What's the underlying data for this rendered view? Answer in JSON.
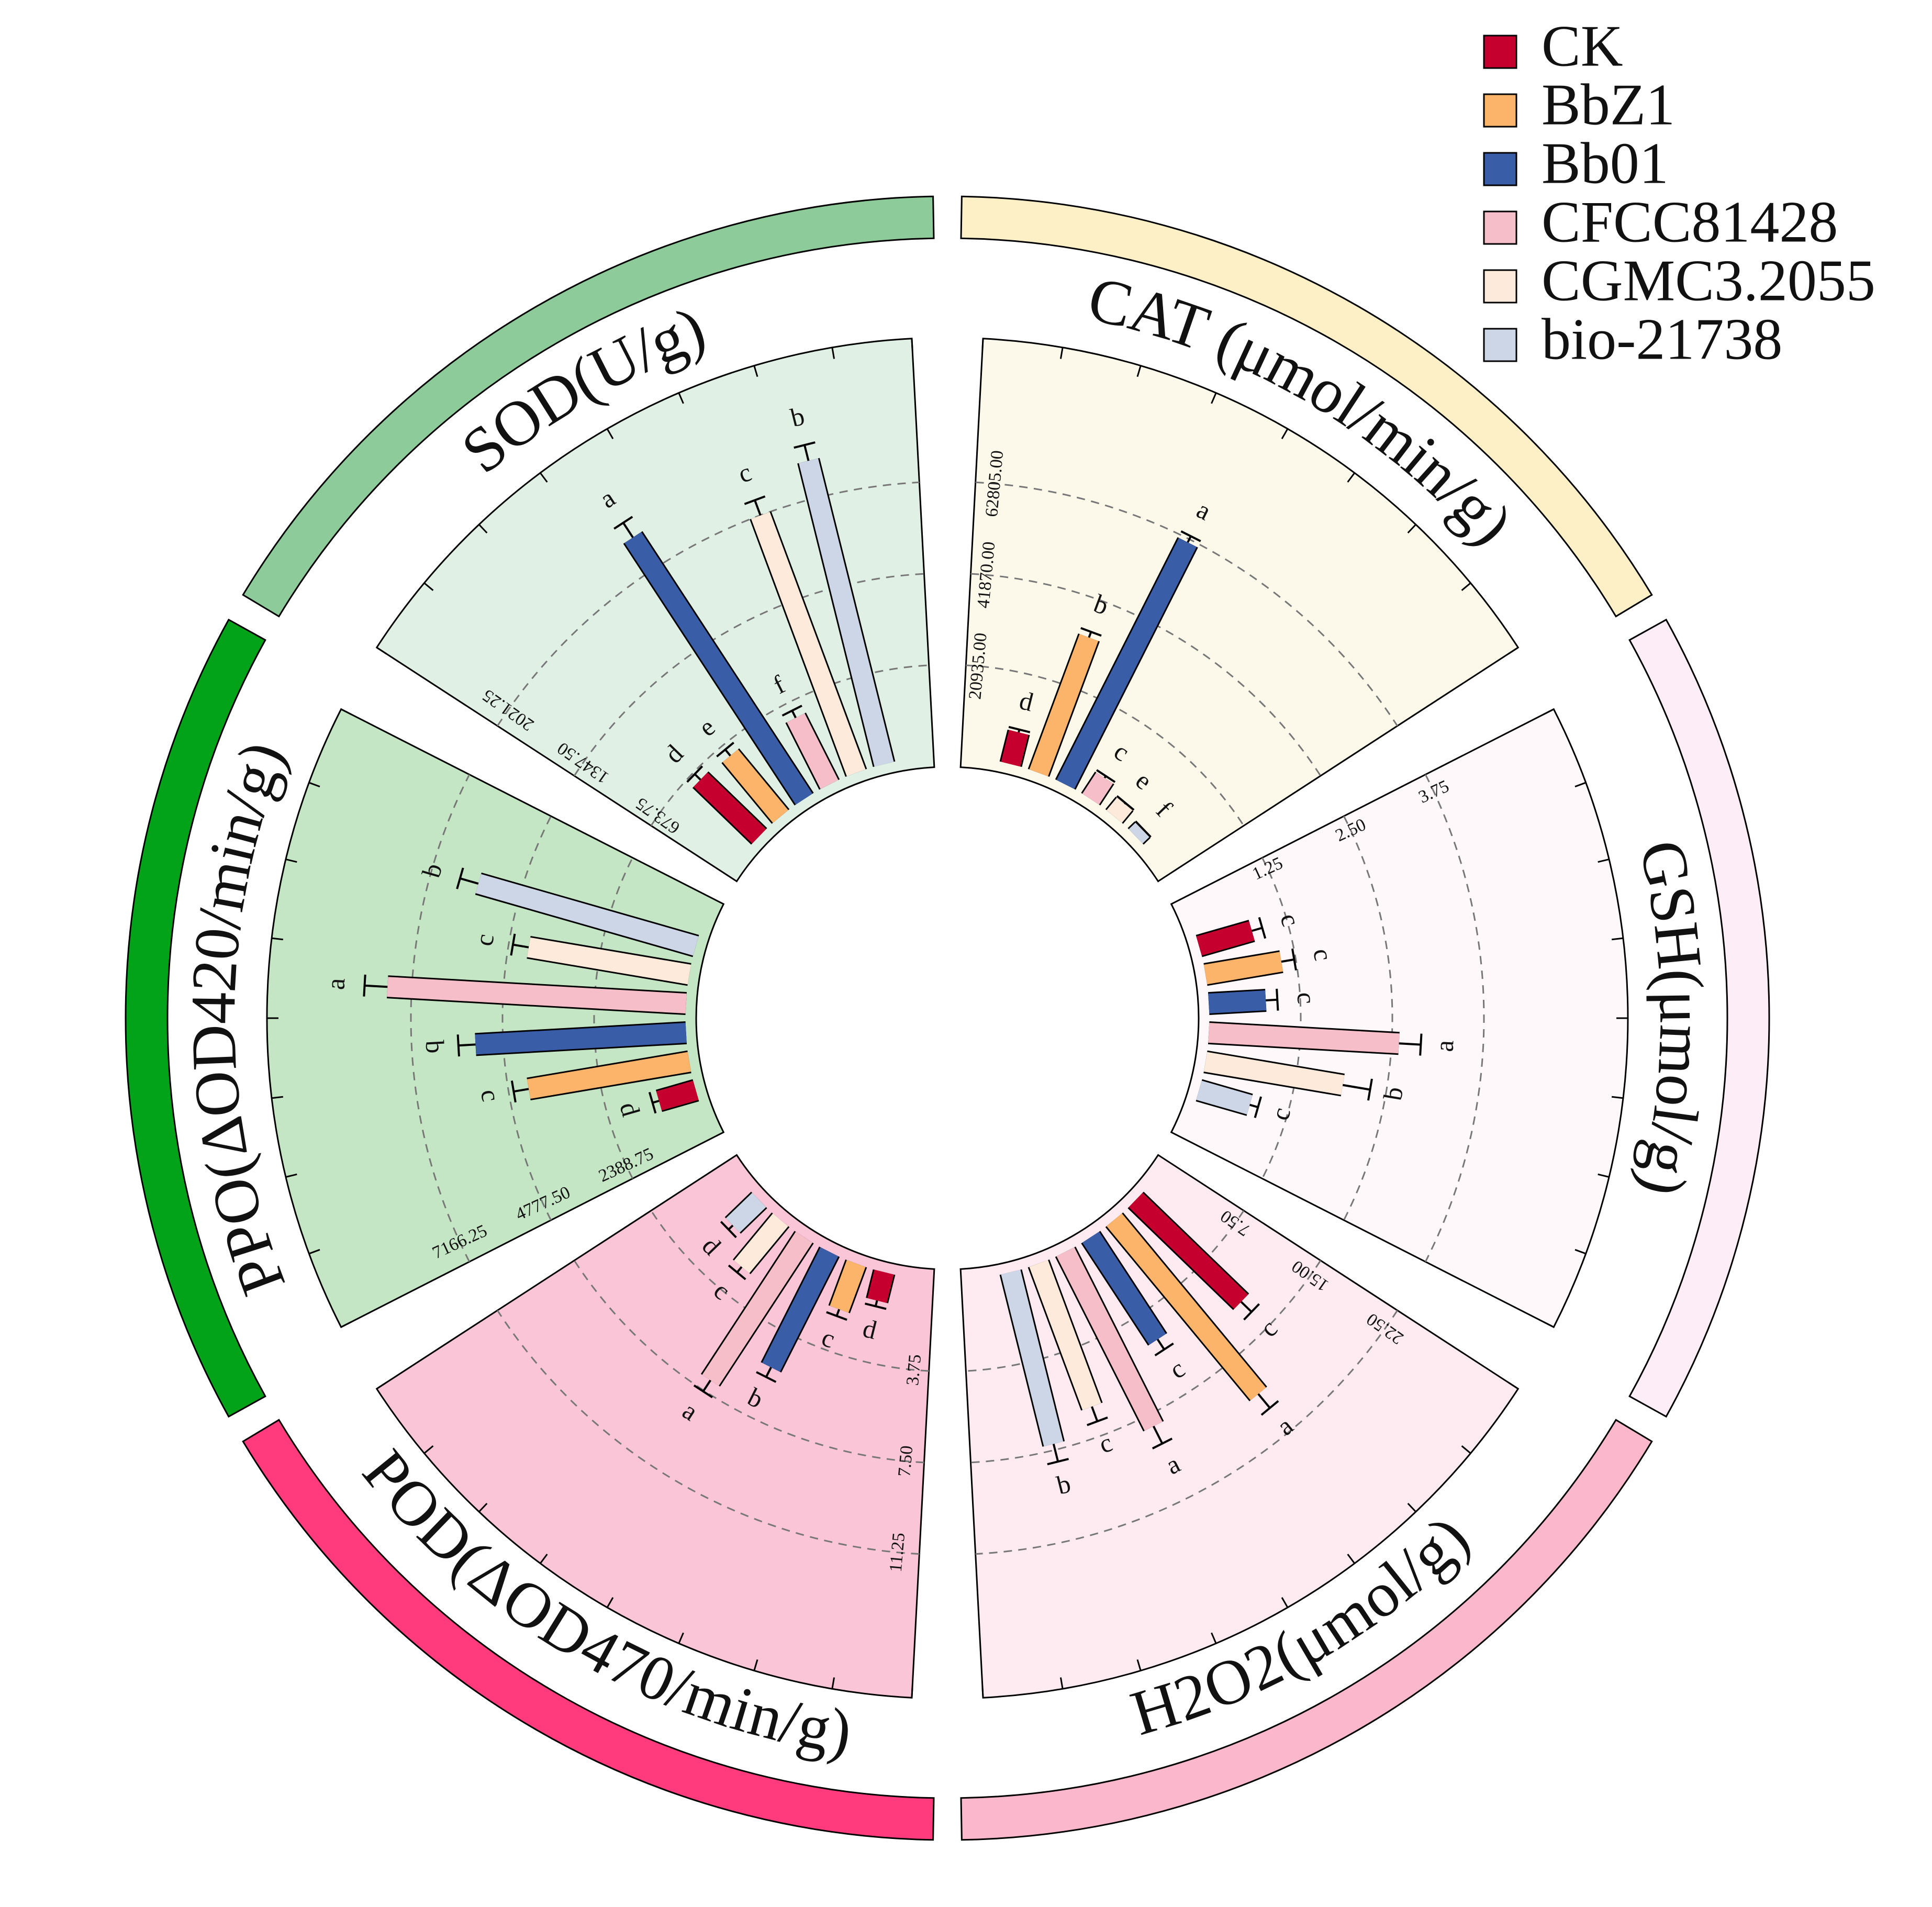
{
  "legend": [
    {
      "name": "CK",
      "color": "#C5002E"
    },
    {
      "name": "BbZ1",
      "color": "#FBB469"
    },
    {
      "name": "Bb01",
      "color": "#3A5DA8"
    },
    {
      "name": "CFCC81428",
      "color": "#F6BEC9"
    },
    {
      "name": "CGMC3.2055",
      "color": "#FDEADA"
    },
    {
      "name": "bio-21738",
      "color": "#CDD6E6"
    }
  ],
  "chart_data": {
    "type": "circular-bar",
    "series_names": [
      "CK",
      "BbZ1",
      "Bb01",
      "CFCC81428",
      "CGMC3.2055",
      "bio-21738"
    ],
    "panels": [
      {
        "id": "cat",
        "title": "CAT (μmol/min/g)",
        "ticks": [
          "20935.00",
          "41870.00",
          "62805.00"
        ],
        "tick_values": [
          20935,
          41870,
          62805
        ],
        "max": 83740,
        "bg": "#FDF9EA",
        "band": "#FEF0C6",
        "values": [
          7500,
          33000,
          62000,
          5800,
          3700,
          2200
        ],
        "errors": [
          700,
          1400,
          1600,
          550,
          350,
          220
        ],
        "letters": [
          "d",
          "b",
          "a",
          "c",
          "e",
          "f"
        ]
      },
      {
        "id": "gsh",
        "title": "GSH(μmol/g)",
        "ticks": [
          "1.25",
          "2.50",
          "3.75"
        ],
        "tick_values": [
          1.25,
          2.5,
          3.75
        ],
        "max": 5.0,
        "bg": "#FEF8FB",
        "band": "#FDEDF6",
        "values": [
          0.75,
          1.05,
          0.78,
          2.6,
          1.9,
          0.72
        ],
        "errors": [
          0.15,
          0.18,
          0.16,
          0.3,
          0.38,
          0.12
        ],
        "letters": [
          "c",
          "c",
          "c",
          "a",
          "b",
          "c"
        ]
      },
      {
        "id": "h2o2",
        "title": "H2O2(μmol/g)",
        "ticks": [
          "7.50",
          "15.00",
          "22.50"
        ],
        "tick_values": [
          7.5,
          15.0,
          22.5
        ],
        "max": 30.0,
        "bg": "#FDEBF1",
        "band": "#FBB7CC",
        "values": [
          12,
          18.5,
          10,
          16,
          12.5,
          14.5
        ],
        "errors": [
          1.2,
          1.5,
          1.0,
          1.6,
          1.3,
          1.5
        ],
        "letters": [
          "c",
          "a",
          "c",
          "a",
          "c",
          "b"
        ]
      },
      {
        "id": "pod",
        "title": "POD(ΔOD470/min/g)",
        "ticks": [
          "3.75",
          "7.50",
          "11.25"
        ],
        "tick_values": [
          3.75,
          7.5,
          11.25
        ],
        "max": 15.0,
        "bg": "#FBC5D8",
        "band": "#FF3A7D",
        "values": [
          1.2,
          2.0,
          5.3,
          7.0,
          2.5,
          1.5
        ],
        "errors": [
          0.25,
          0.3,
          0.45,
          0.55,
          0.3,
          0.25
        ],
        "letters": [
          "d",
          "c",
          "b",
          "a",
          "c",
          "d"
        ]
      },
      {
        "id": "ppo",
        "title": "PPO(ΔOD420/min/g)",
        "ticks": [
          "2388.75",
          "4777.50",
          "7166.25"
        ],
        "tick_values": [
          2388.75,
          4777.5,
          7166.25
        ],
        "max": 9555,
        "bg": "#C5E6C5",
        "band": "#02A318",
        "values": [
          1000,
          4250,
          5500,
          7800,
          4250,
          5900
        ],
        "errors": [
          180,
          400,
          450,
          600,
          420,
          500
        ],
        "letters": [
          "d",
          "c",
          "b",
          "a",
          "c",
          "b"
        ]
      },
      {
        "id": "sod",
        "title": "SOD(U/g)",
        "ticks": [
          "673.75",
          "1347.50",
          "2021.25"
        ],
        "tick_values": [
          673.75,
          1347.5,
          2021.25
        ],
        "max": 2695,
        "bg": "#E0F0E4",
        "band": "#8ECB9A",
        "values": [
          600,
          580,
          2300,
          550,
          2020,
          2300
        ],
        "errors": [
          60,
          60,
          130,
          60,
          120,
          120
        ],
        "letters": [
          "d",
          "e",
          "a",
          "f",
          "c",
          "b"
        ]
      }
    ]
  }
}
